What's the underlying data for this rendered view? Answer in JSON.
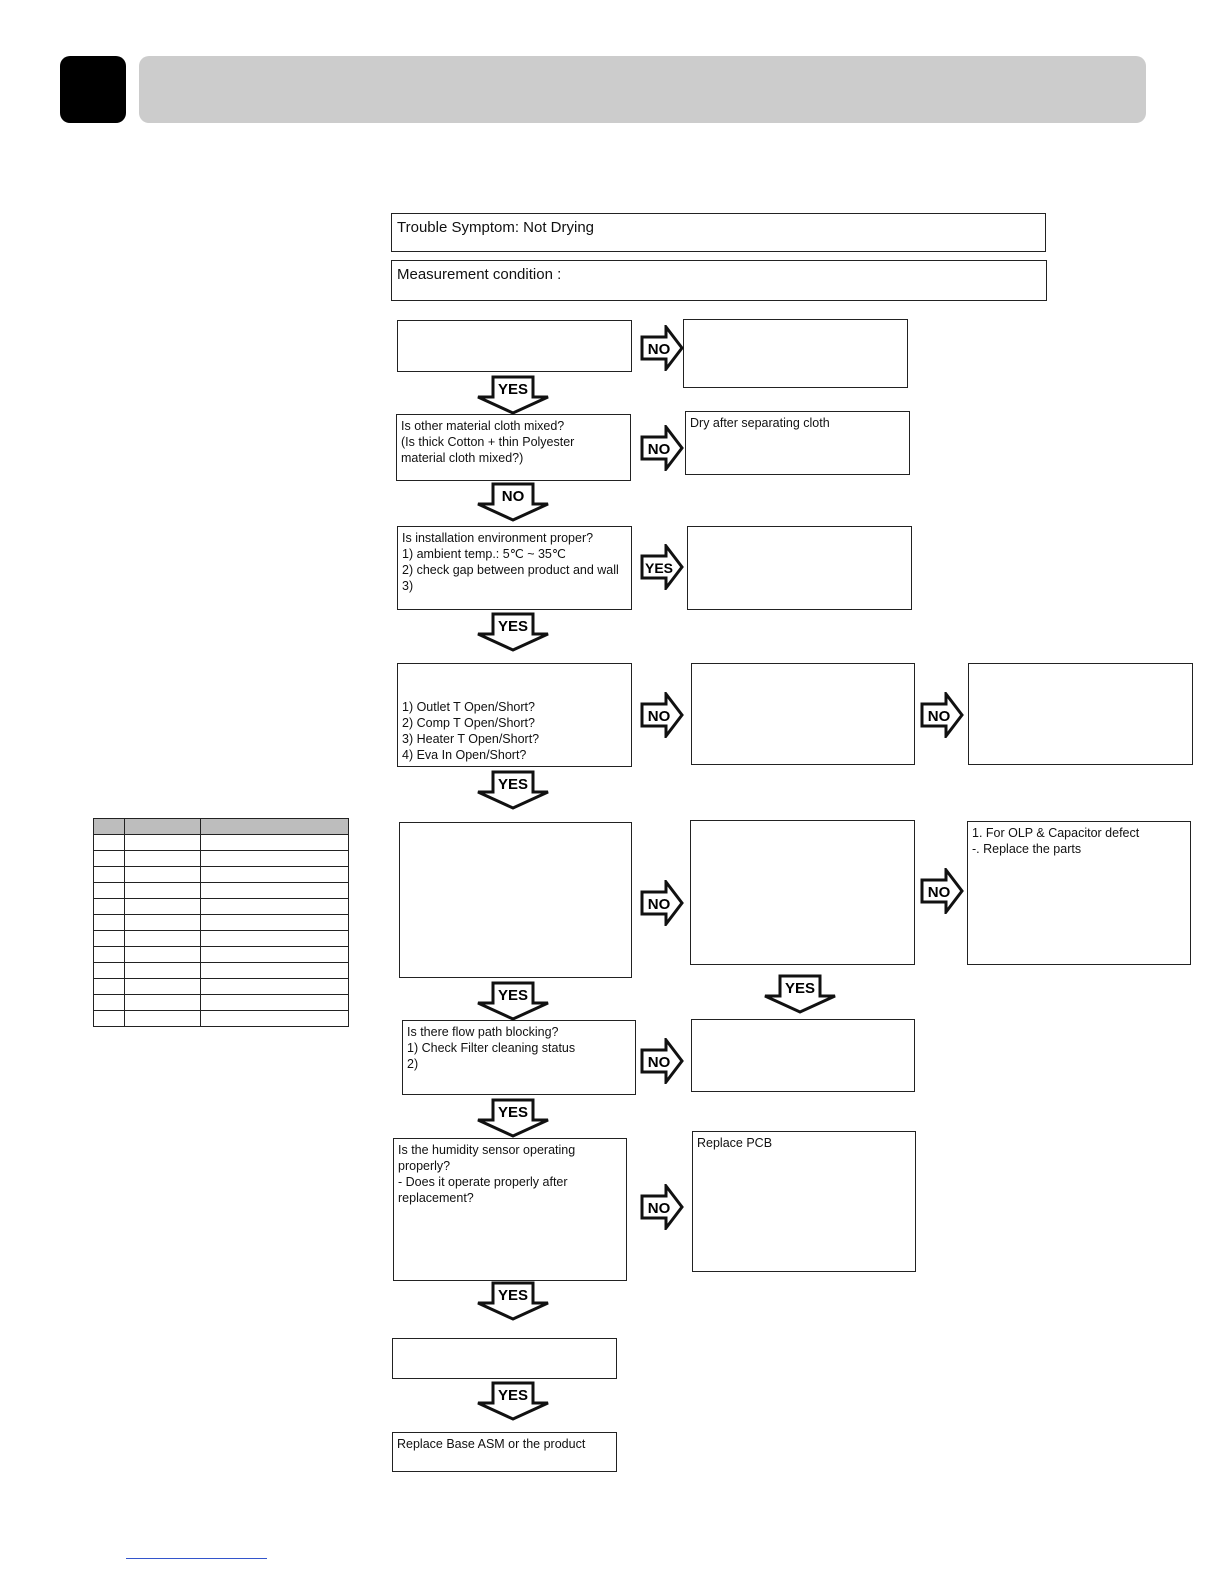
{
  "header": {
    "title": ""
  },
  "symptom": "Trouble Symptom: Not Drying",
  "condition": "Measurement condition :",
  "boxes": {
    "q1": "",
    "a1": "",
    "q2": "Is other material cloth mixed?\n(Is thick Cotton + thin Polyester\nmaterial cloth mixed?)",
    "a2": "Dry after separating cloth",
    "q3": "Is installation environment proper?\n1) ambient temp.: 5℃ ~ 35℃\n2) check gap between product and wall\n3)",
    "a3": "",
    "q4": "1) Outlet T Open/Short?\n2) Comp T Open/Short?\n3) Heater T Open/Short?\n4) Eva In Open/Short?",
    "a4": "",
    "a4b": "",
    "q5": "",
    "a5": "",
    "a5b": "1. For OLP & Capacitor defect\n  -. Replace the parts",
    "q6": "Is there flow path blocking?\n1) Check Filter cleaning status\n2)",
    "a6": "",
    "q7": "Is the humidity sensor operating\nproperly?\n- Does it operate properly after\nreplacement?",
    "a7": "Replace PCB",
    "q8": "",
    "final": "Replace Base ASM or the product"
  },
  "arrow_labels": {
    "yes": "YES",
    "no": "NO"
  },
  "legend_table": {
    "rows": 12,
    "columns": 3
  }
}
